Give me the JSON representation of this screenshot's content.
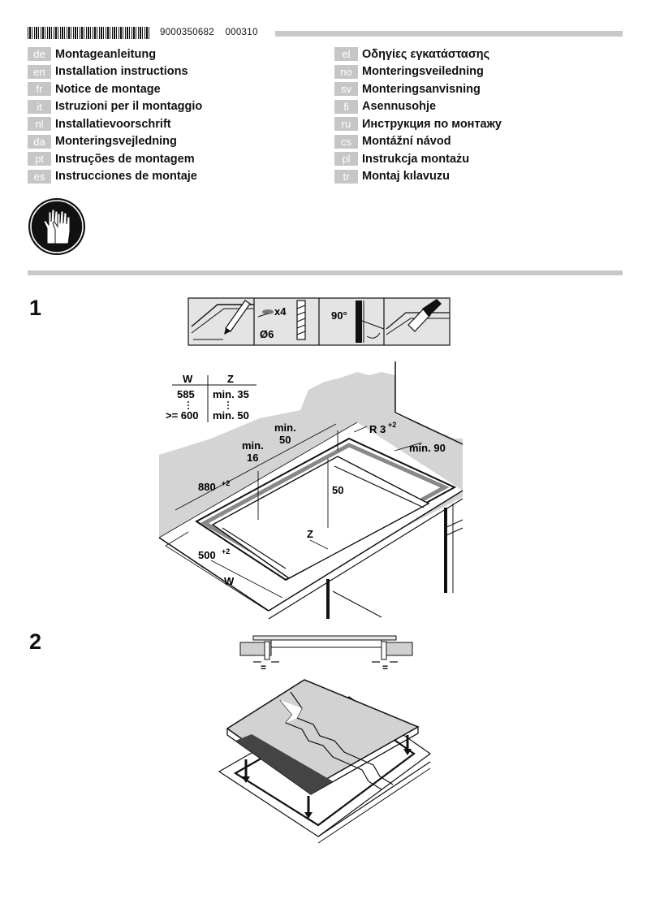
{
  "header": {
    "part_number": "9000350682",
    "revision": "000310"
  },
  "languages_left": [
    {
      "code": "de",
      "title": "Montageanleitung"
    },
    {
      "code": "en",
      "title": "Installation instructions"
    },
    {
      "code": "fr",
      "title": "Notice de montage"
    },
    {
      "code": "it",
      "title": "Istruzioni per il montaggio"
    },
    {
      "code": "nl",
      "title": "Installatievoorschrift"
    },
    {
      "code": "da",
      "title": "Monteringsvejledning"
    },
    {
      "code": "pt",
      "title": "Instruções de montagem"
    },
    {
      "code": "es",
      "title": "Instrucciones de montaje"
    }
  ],
  "languages_right": [
    {
      "code": "el",
      "title": "Οδηγίες εγκατάστασης"
    },
    {
      "code": "no",
      "title": "Monteringsveiledning"
    },
    {
      "code": "sv",
      "title": "Monteringsanvisning"
    },
    {
      "code": "fi",
      "title": "Asennusohje"
    },
    {
      "code": "ru",
      "title": "Инструкция по монтажу"
    },
    {
      "code": "cs",
      "title": "Montážní návod"
    },
    {
      "code": "pl",
      "title": "Instrukcja montażu"
    },
    {
      "code": "tr",
      "title": "Montaj kılavuzu"
    }
  ],
  "safety_icon": "gloves-icon",
  "step1": {
    "number": "1",
    "tools": {
      "drill_count": "x4",
      "drill_diameter": "Ø6",
      "angle": "90°"
    },
    "table": {
      "col_w": "W",
      "col_z": "Z",
      "rows": [
        {
          "w": "585",
          "z": "min. 35"
        },
        {
          "w": ">= 600",
          "z": "min. 50"
        }
      ]
    },
    "dims": {
      "min50_label": "min.",
      "min50_value": "50",
      "min16_label": "min.",
      "min16_value": "16",
      "radius": "R 3",
      "radius_tol": "+2",
      "min90": "min. 90",
      "depth_880": "880",
      "depth_880_tol": "+2",
      "inner_50": "50",
      "z_label": "Z",
      "width_500": "500",
      "width_500_tol": "+2",
      "w_label": "W"
    }
  },
  "step2": {
    "number": "2"
  }
}
